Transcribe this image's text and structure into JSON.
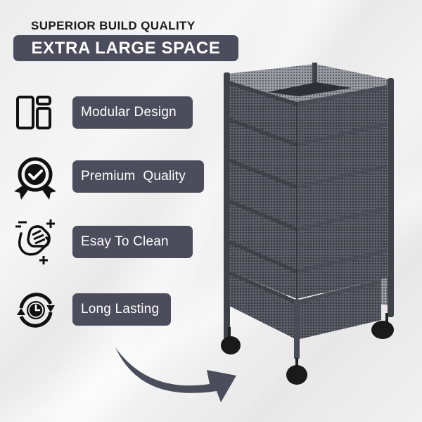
{
  "header": {
    "subtitle": "SUPERIOR BUILD QUALITY",
    "banner": "EXTRA LARGE SPACE"
  },
  "features": [
    {
      "label": "Modular Design",
      "icon": "modular-layout-icon"
    },
    {
      "label": "Premium  Quality",
      "icon": "quality-badge-icon"
    },
    {
      "label": "Esay To Clean",
      "icon": "cleaning-hand-icon"
    },
    {
      "label": "Long Lasting",
      "icon": "durability-clock-icon"
    }
  ],
  "product": {
    "name": "6-tier mesh rolling storage cart",
    "tiers": 6,
    "wheels": 4
  },
  "colors": {
    "pill_bg": "#4b4d5c",
    "text_dark": "#1a1a1a",
    "pill_text": "#ffffff",
    "cart_metal": "#3f4249",
    "background": "#eeeeee"
  }
}
